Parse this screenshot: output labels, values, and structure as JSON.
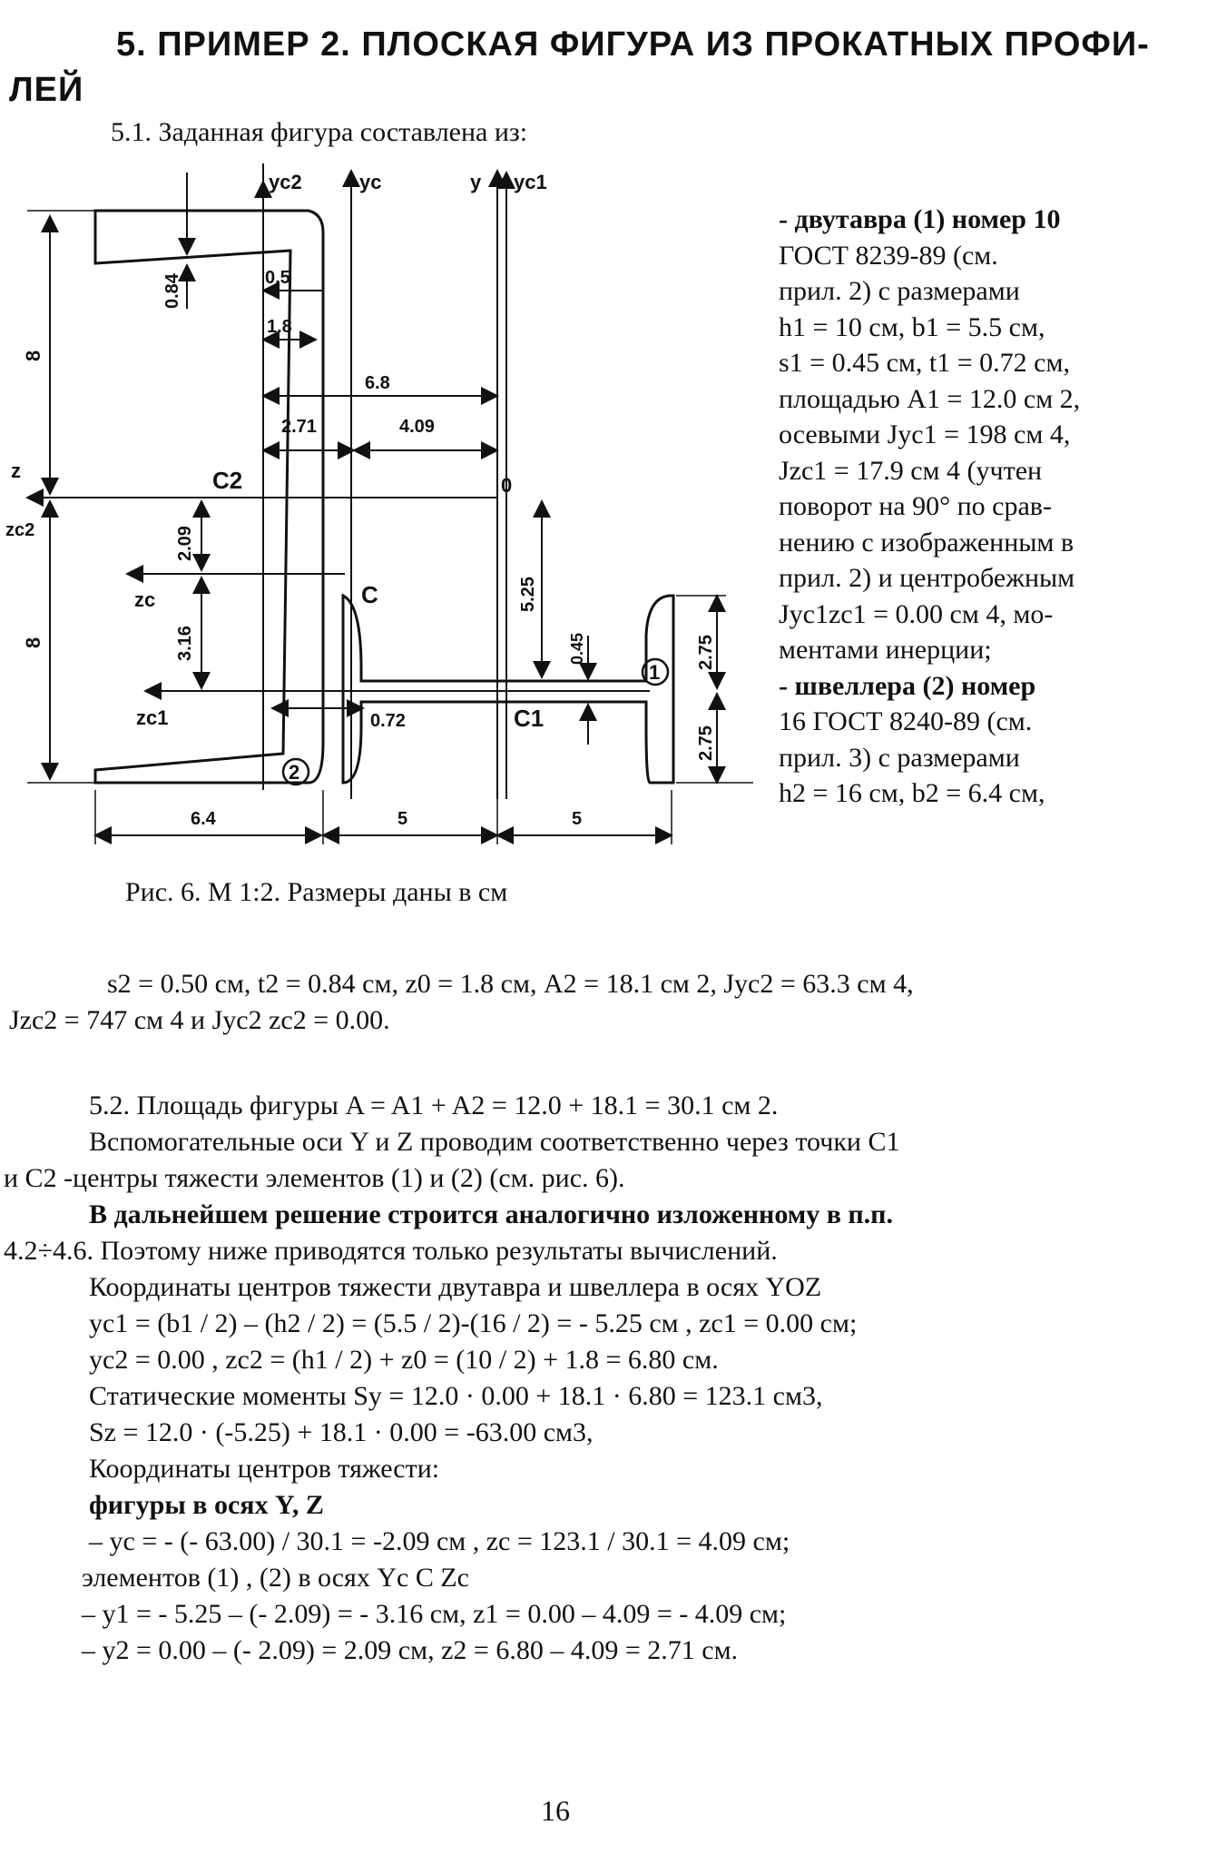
{
  "title": {
    "line1": "5. ПРИМЕР 2. ПЛОСКАЯ ФИГУРА ИЗ ПРОКАТНЫХ ПРОФИ-",
    "line2": "ЛЕЙ"
  },
  "section_5_1": "5.1. Заданная фигура составлена из:",
  "figure": {
    "labels": {
      "yc2": "yc2",
      "yc": "yc",
      "y": "y",
      "yc1": "yc1",
      "z": "z",
      "zc2": "zc2",
      "zc": "zc",
      "zc1": "zc1",
      "c2": "C2",
      "c": "C",
      "c1": "C1",
      "o": "0",
      "m1": "1",
      "m2": "2"
    },
    "dims": {
      "d084": "0.84",
      "d05": "0.5",
      "d18": "1.8",
      "d68": "6.8",
      "d271": "2.71",
      "d409": "4.09",
      "d8a": "8",
      "d8b": "8",
      "d209": "2.09",
      "d316": "3.16",
      "d525": "5.25",
      "d045": "0.45",
      "d275a": "2.75",
      "d275b": "2.75",
      "d072": "0.72",
      "d64": "6.4",
      "d5a": "5",
      "d5b": "5"
    },
    "caption": "Рис. 6. М 1:2. Размеры даны в см"
  },
  "right_text": [
    "- двутавра (1) номер 10",
    "ГОСТ 8239-89 (см.",
    "прил. 2) с размерами",
    "h1 = 10 см, b1 = 5.5 см,",
    "s1 = 0.45 см, t1 = 0.72 см,",
    "площадью A1 = 12.0 см 2,",
    "осевыми Jyc1 = 198 см 4,",
    "Jzc1 = 17.9 см 4 (учтен",
    "поворот на 90° по срав-",
    "нению с изображенным в",
    "прил. 2) и центробежным",
    "Jyc1zc1 = 0.00 см 4, мо-",
    "ментами инерции;",
    "- швеллера (2) номер",
    "16 ГОСТ 8240-89 (см.",
    "прил. 3) с размерами",
    "h2 = 16 см, b2 = 6.4 см,"
  ],
  "body_lines": [
    "s2 = 0.50 см, t2 = 0.84 см, z0 = 1.8 см, A2 = 18.1 см 2, Jyc2 = 63.3 см 4,",
    "Jzc2 = 747 см 4 и Jyc2 zc2 = 0.00.",
    "5.2. Площадь фигуры A = A1 + A2 = 12.0 + 18.1 = 30.1 см 2.",
    "Вспомогательные оси Y и Z проводим соответственно через точки C1",
    "и C2 -центры тяжести элементов (1) и (2) (см. рис. 6).",
    "В дальнейшем решение строится аналогично изложенному в п.п.",
    "4.2÷4.6. Поэтому ниже приводятся только результаты вычислений.",
    "Координаты центров тяжести двутавра и швеллера в осях YOZ",
    "yc1 = (b1 / 2) – (h2 / 2) = (5.5 / 2)-(16 / 2) = - 5.25 см , zc1 = 0.00 см;",
    "yc2 = 0.00 , zc2 = (h1 / 2) + z0 = (10 / 2) + 1.8 = 6.80 см.",
    "Статические моменты Sy = 12.0 · 0.00 + 18.1 · 6.80 = 123.1 см3,",
    "Sz = 12.0 · (-5.25) + 18.1 · 0.00 = -63.00 см3,",
    "Координаты центров тяжести:",
    "фигуры в осях Y, Z",
    "–  yc = - (- 63.00) / 30.1 = -2.09 см , zc = 123.1 / 30.1 = 4.09 см;",
    "элементов (1) , (2) в осях Yc C Zc",
    "– y1 = - 5.25 – (- 2.09) = - 3.16 см, z1 = 0.00 – 4.09 = - 4.09 см;",
    "– y2 = 0.00 – (- 2.09) = 2.09 см, z2 = 6.80 – 4.09 = 2.71 см."
  ],
  "page_number": "16"
}
